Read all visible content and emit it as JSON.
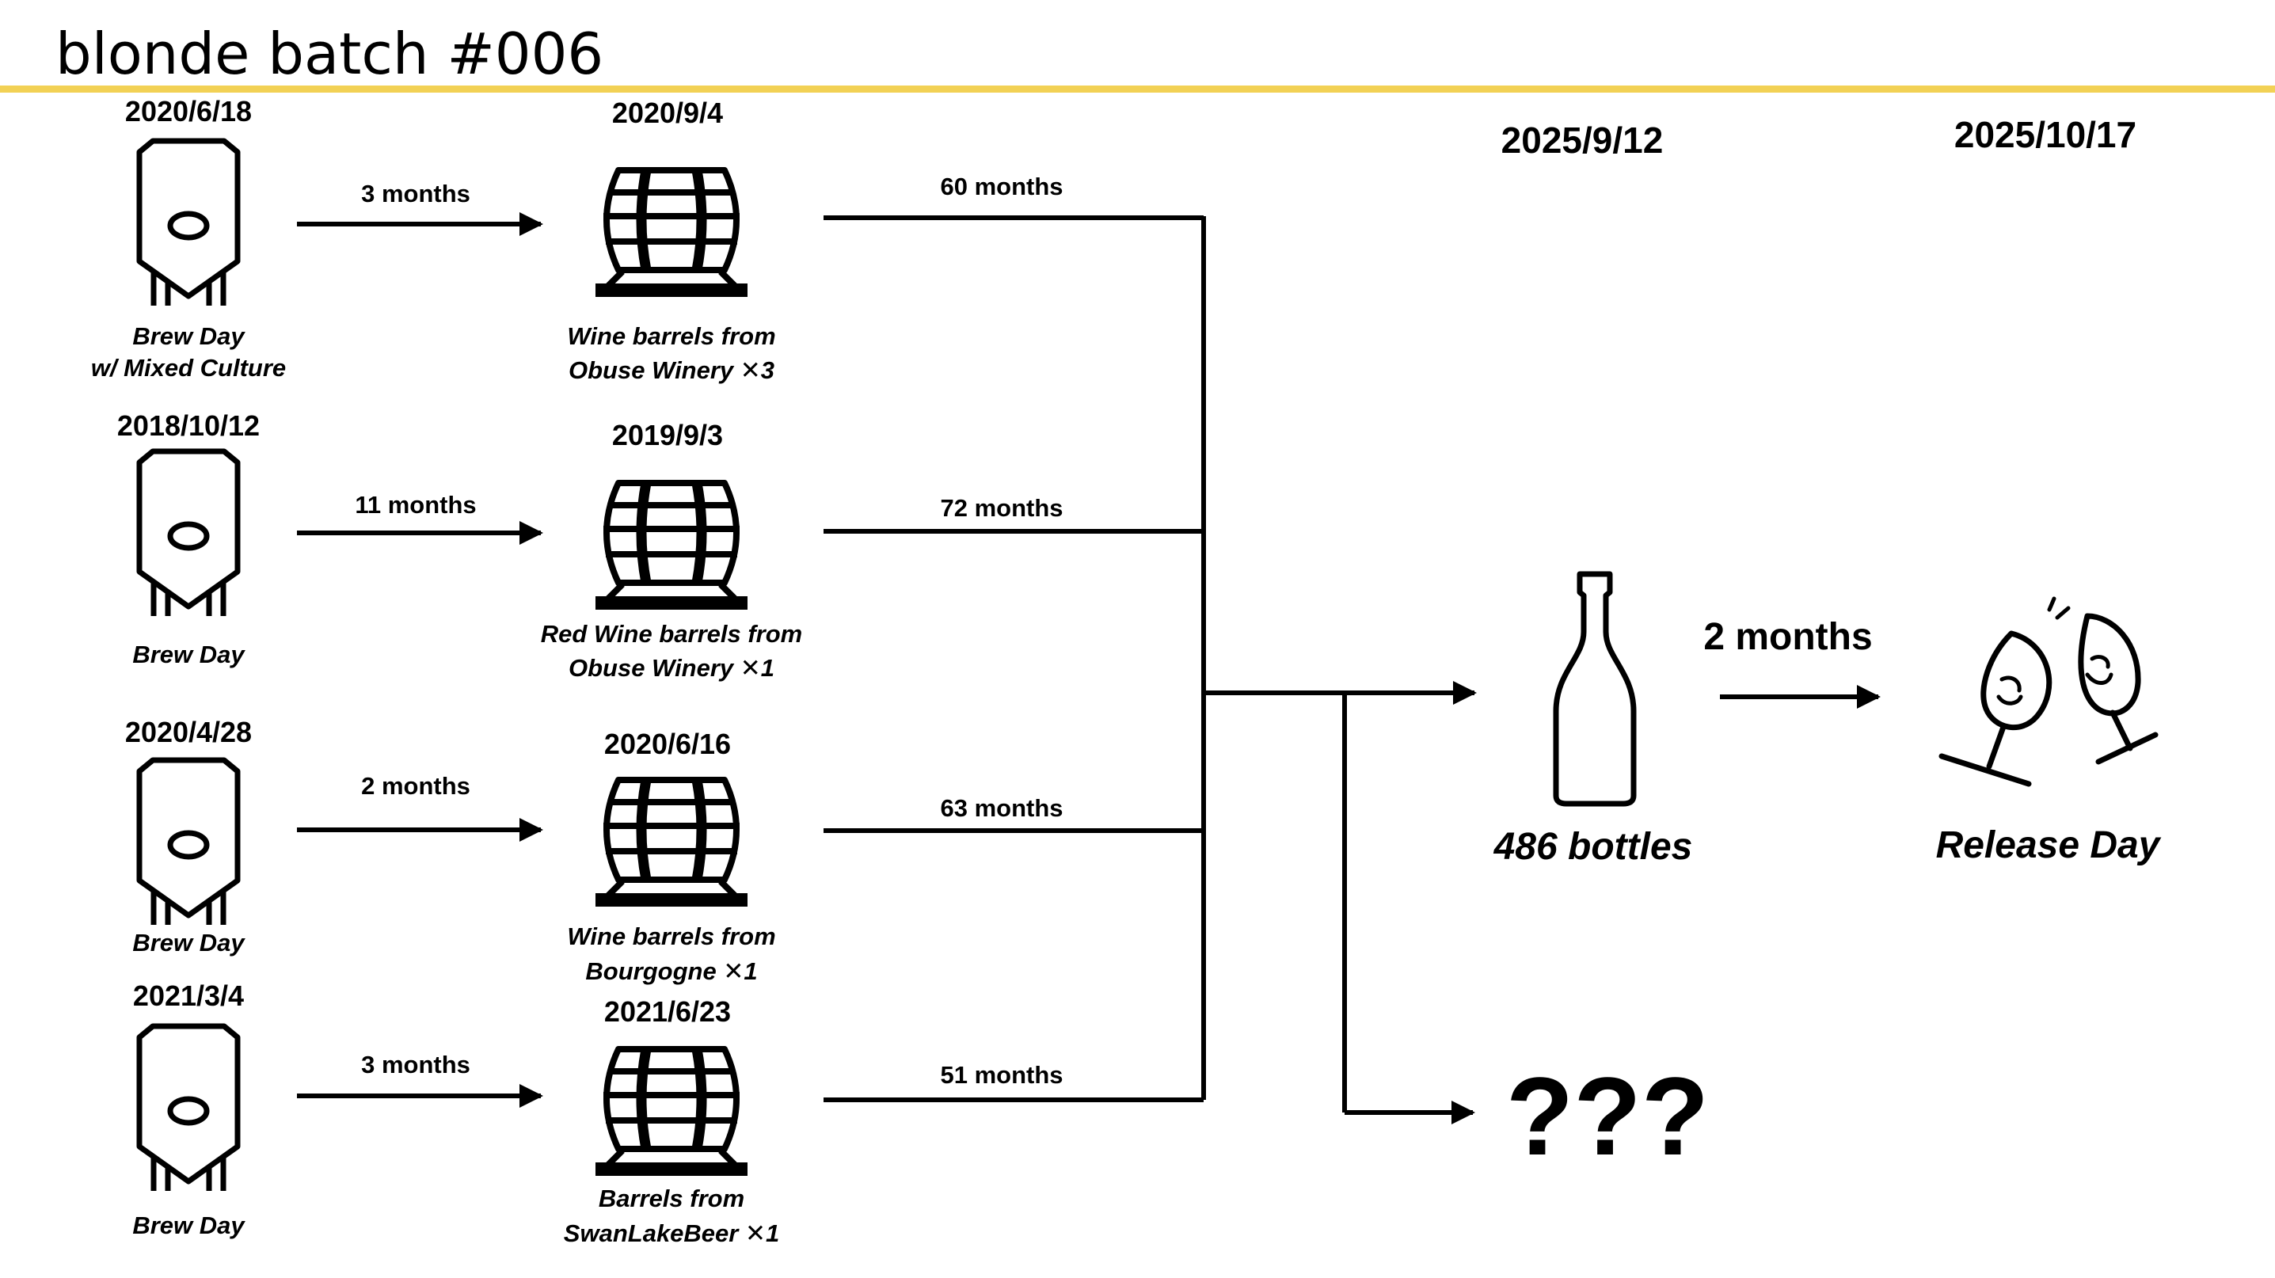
{
  "title": "blonde batch #006",
  "colors": {
    "accent_rule": "#F2D155",
    "ink": "#000000"
  },
  "rows": [
    {
      "brew_date": "2020/6/18",
      "brew_label": [
        "Brew Day",
        "w/ Mixed Culture"
      ],
      "tank_duration": "3 months",
      "barrel_date": "2020/9/4",
      "barrel_label": [
        "Wine barrels from",
        "Obuse Winery  ✕3"
      ],
      "aging_duration": "60 months"
    },
    {
      "brew_date": "2018/10/12",
      "brew_label": [
        "Brew Day"
      ],
      "tank_duration": "11 months",
      "barrel_date": "2019/9/3",
      "barrel_label": [
        "Red Wine barrels from",
        "Obuse Winery  ✕1"
      ],
      "aging_duration": "72 months"
    },
    {
      "brew_date": "2020/4/28",
      "brew_label": [
        "Brew Day"
      ],
      "tank_duration": "2 months",
      "barrel_date": "2020/6/16",
      "barrel_label": [
        "Wine barrels from",
        "Bourgogne  ✕1"
      ],
      "aging_duration": "63 months"
    },
    {
      "brew_date": "2021/3/4",
      "brew_label": [
        "Brew Day"
      ],
      "tank_duration": "3 months",
      "barrel_date": "2021/6/23",
      "barrel_label": [
        "Barrels from",
        "SwanLakeBeer  ✕1"
      ],
      "aging_duration": "51 months"
    }
  ],
  "bottling": {
    "date": "2025/9/12",
    "label": "486 bottles",
    "icon": "bottle-icon"
  },
  "release": {
    "date": "2025/10/17",
    "label": "Release Day",
    "duration": "2 months",
    "icon": "toasting-glasses-icon"
  },
  "unknown": {
    "label": "???"
  }
}
